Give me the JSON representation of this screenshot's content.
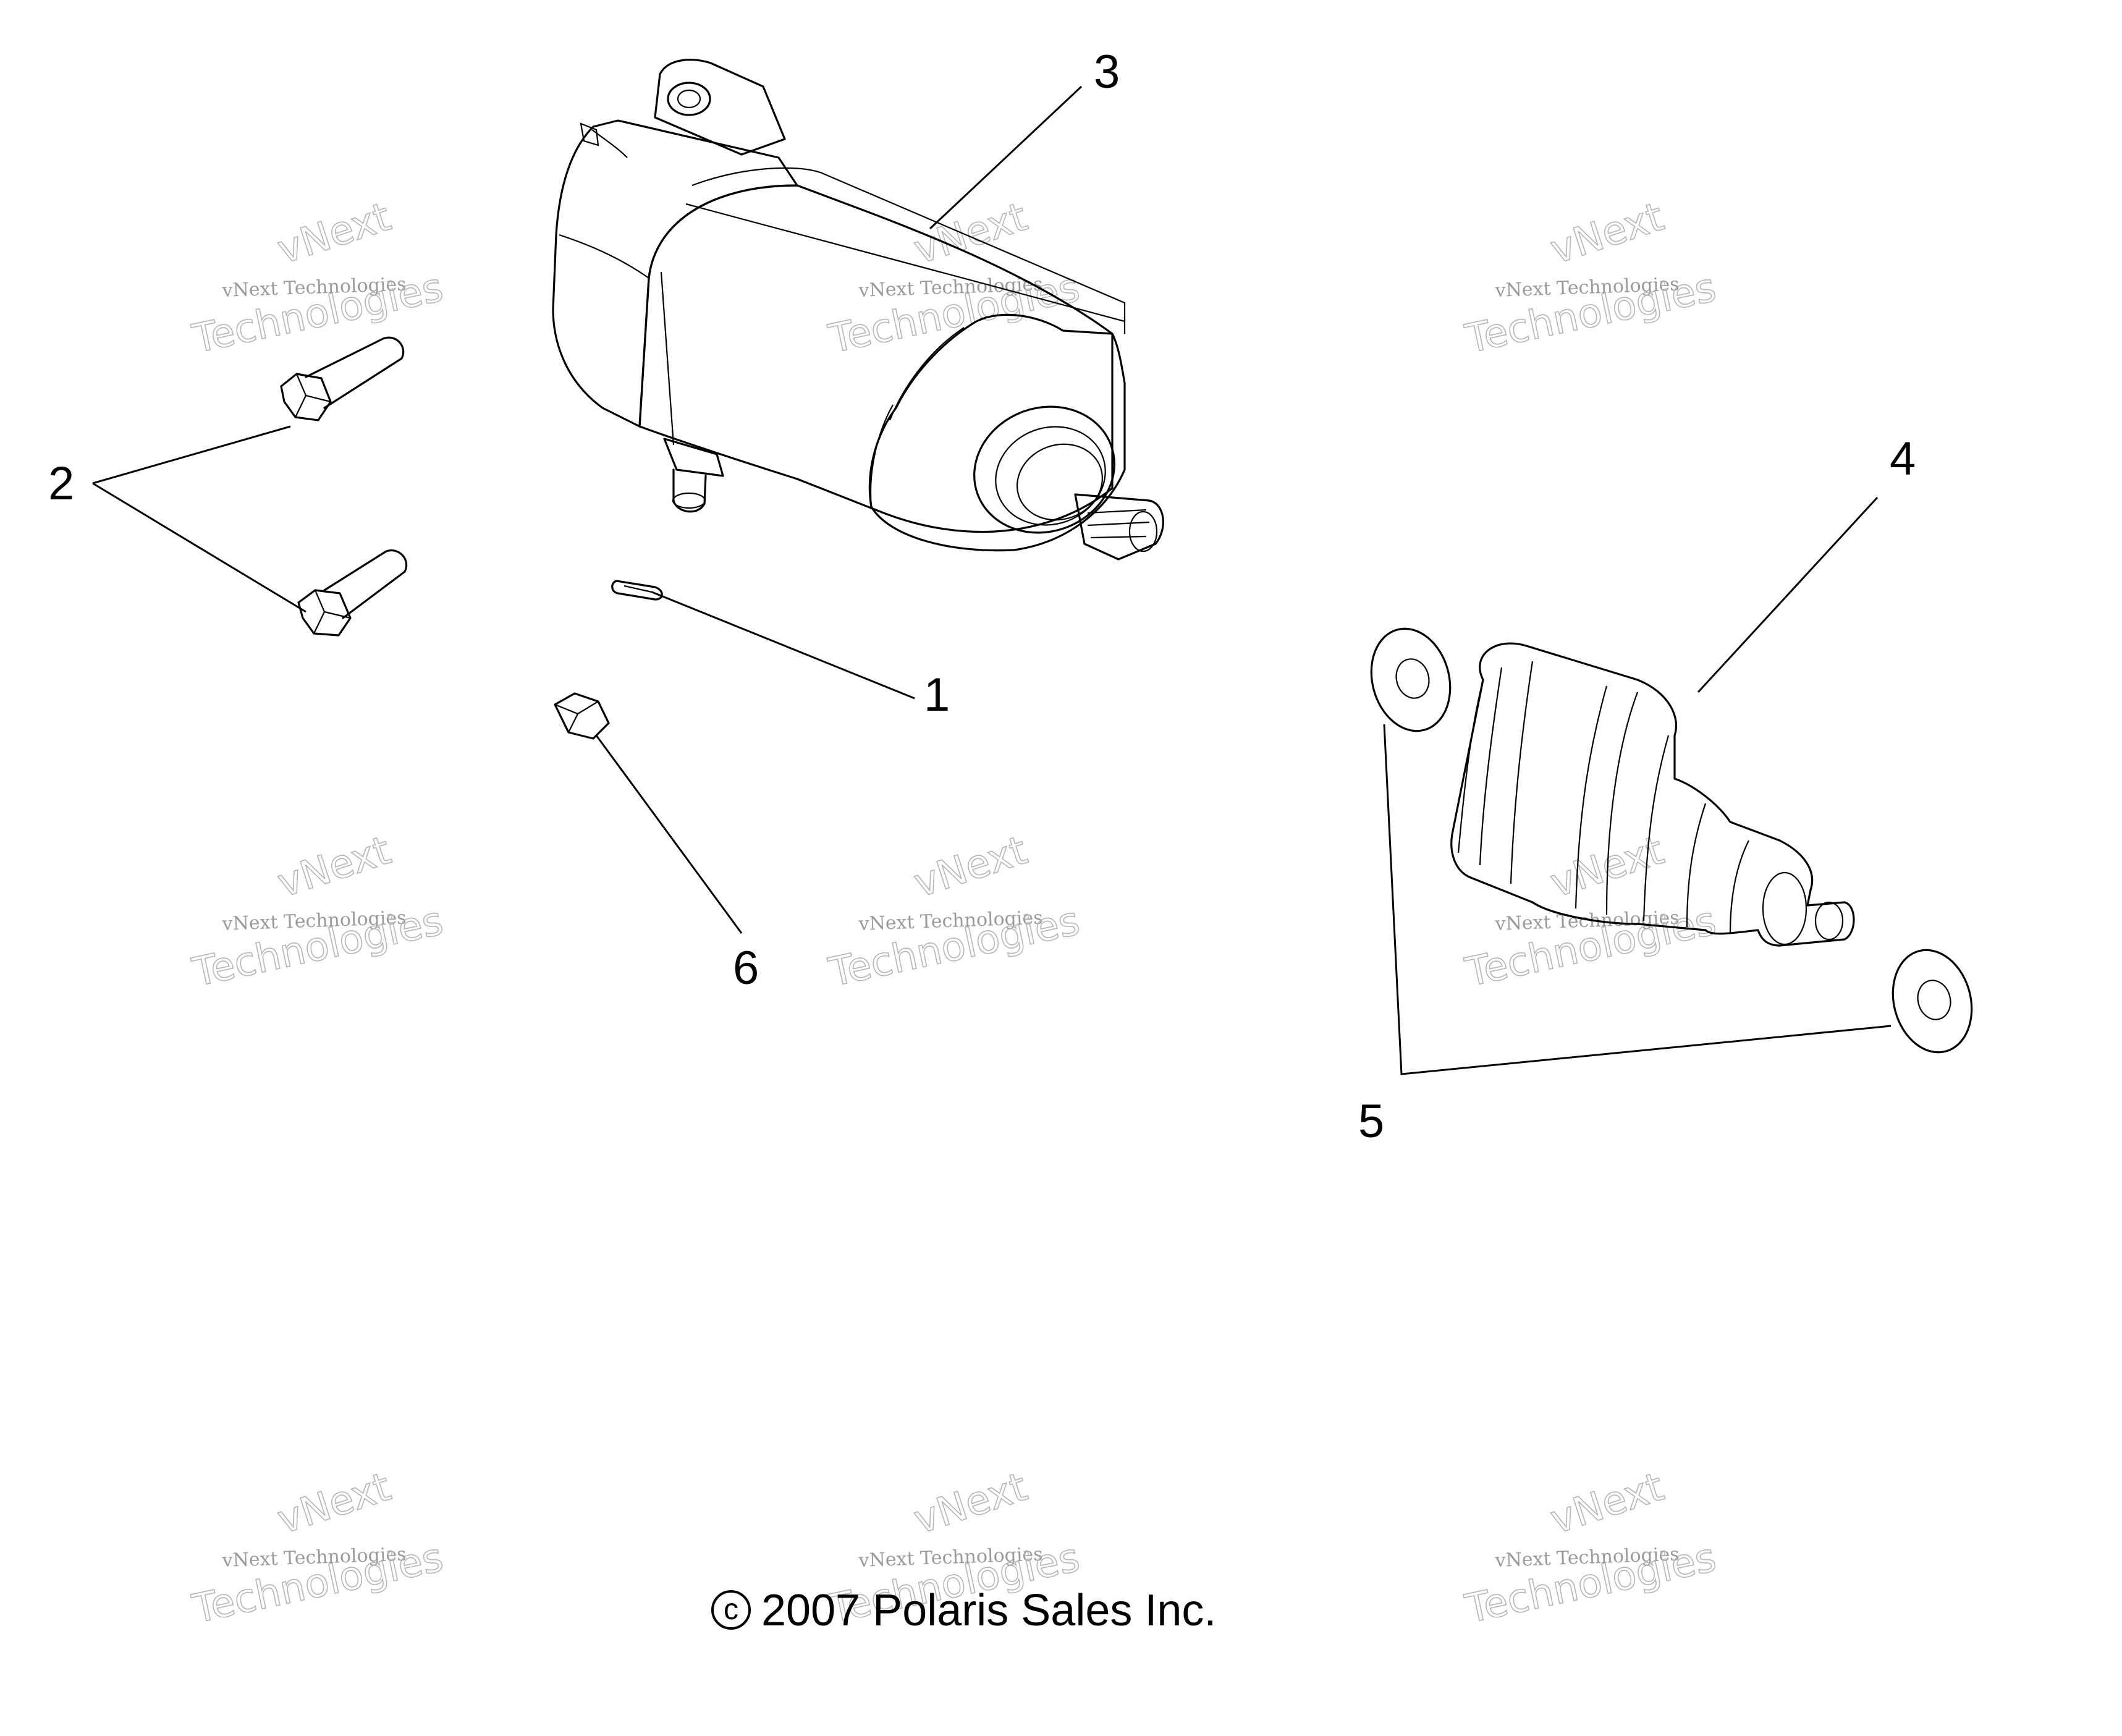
{
  "callouts": [
    {
      "id": "1",
      "label": "1"
    },
    {
      "id": "2",
      "label": "2"
    },
    {
      "id": "3",
      "label": "3"
    },
    {
      "id": "4",
      "label": "4"
    },
    {
      "id": "5",
      "label": "5"
    },
    {
      "id": "6",
      "label": "6"
    }
  ],
  "copyright": "2007 Polaris Sales Inc.",
  "copyright_symbol": "c",
  "watermark": {
    "line1": "vNext Technologies",
    "line2_top": "vNext",
    "line2_bottom": "Technologies"
  }
}
